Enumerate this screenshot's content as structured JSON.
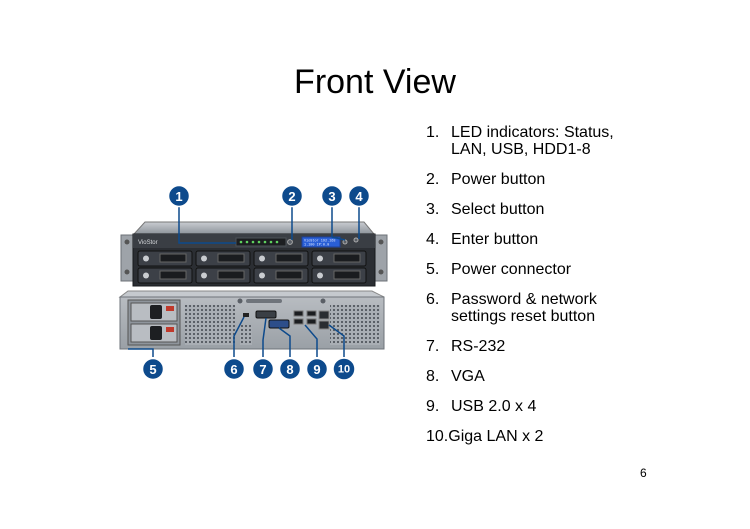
{
  "slide": {
    "title": "Front View",
    "page_number": "6",
    "accent_color": "#0d4a8c"
  },
  "features": [
    {
      "number": "1.",
      "lines": [
        "LED indicators: Status,",
        "LAN, USB, HDD1-8"
      ]
    },
    {
      "number": "2.",
      "lines": [
        "Power button"
      ]
    },
    {
      "number": "3.",
      "lines": [
        "Select button"
      ]
    },
    {
      "number": "4.",
      "lines": [
        "Enter button"
      ]
    },
    {
      "number": "5.",
      "lines": [
        "Power connector"
      ]
    },
    {
      "number": "6.",
      "lines": [
        "Password & network",
        "settings reset button"
      ]
    },
    {
      "number": "7.",
      "lines": [
        "RS-232"
      ]
    },
    {
      "number": "8.",
      "lines": [
        "VGA"
      ]
    },
    {
      "number": "9.",
      "lines": [
        "USB 2.0 x 4"
      ]
    },
    {
      "number": "10.",
      "lines": [
        "Giga LAN x 2"
      ]
    }
  ],
  "device": {
    "brand_label": "VioStor",
    "lcd_text": [
      "VioStor 192.168",
      "1.100 IP:0.0"
    ]
  },
  "callouts": [
    "1",
    "2",
    "3",
    "4",
    "5",
    "6",
    "7",
    "8",
    "9",
    "10"
  ]
}
